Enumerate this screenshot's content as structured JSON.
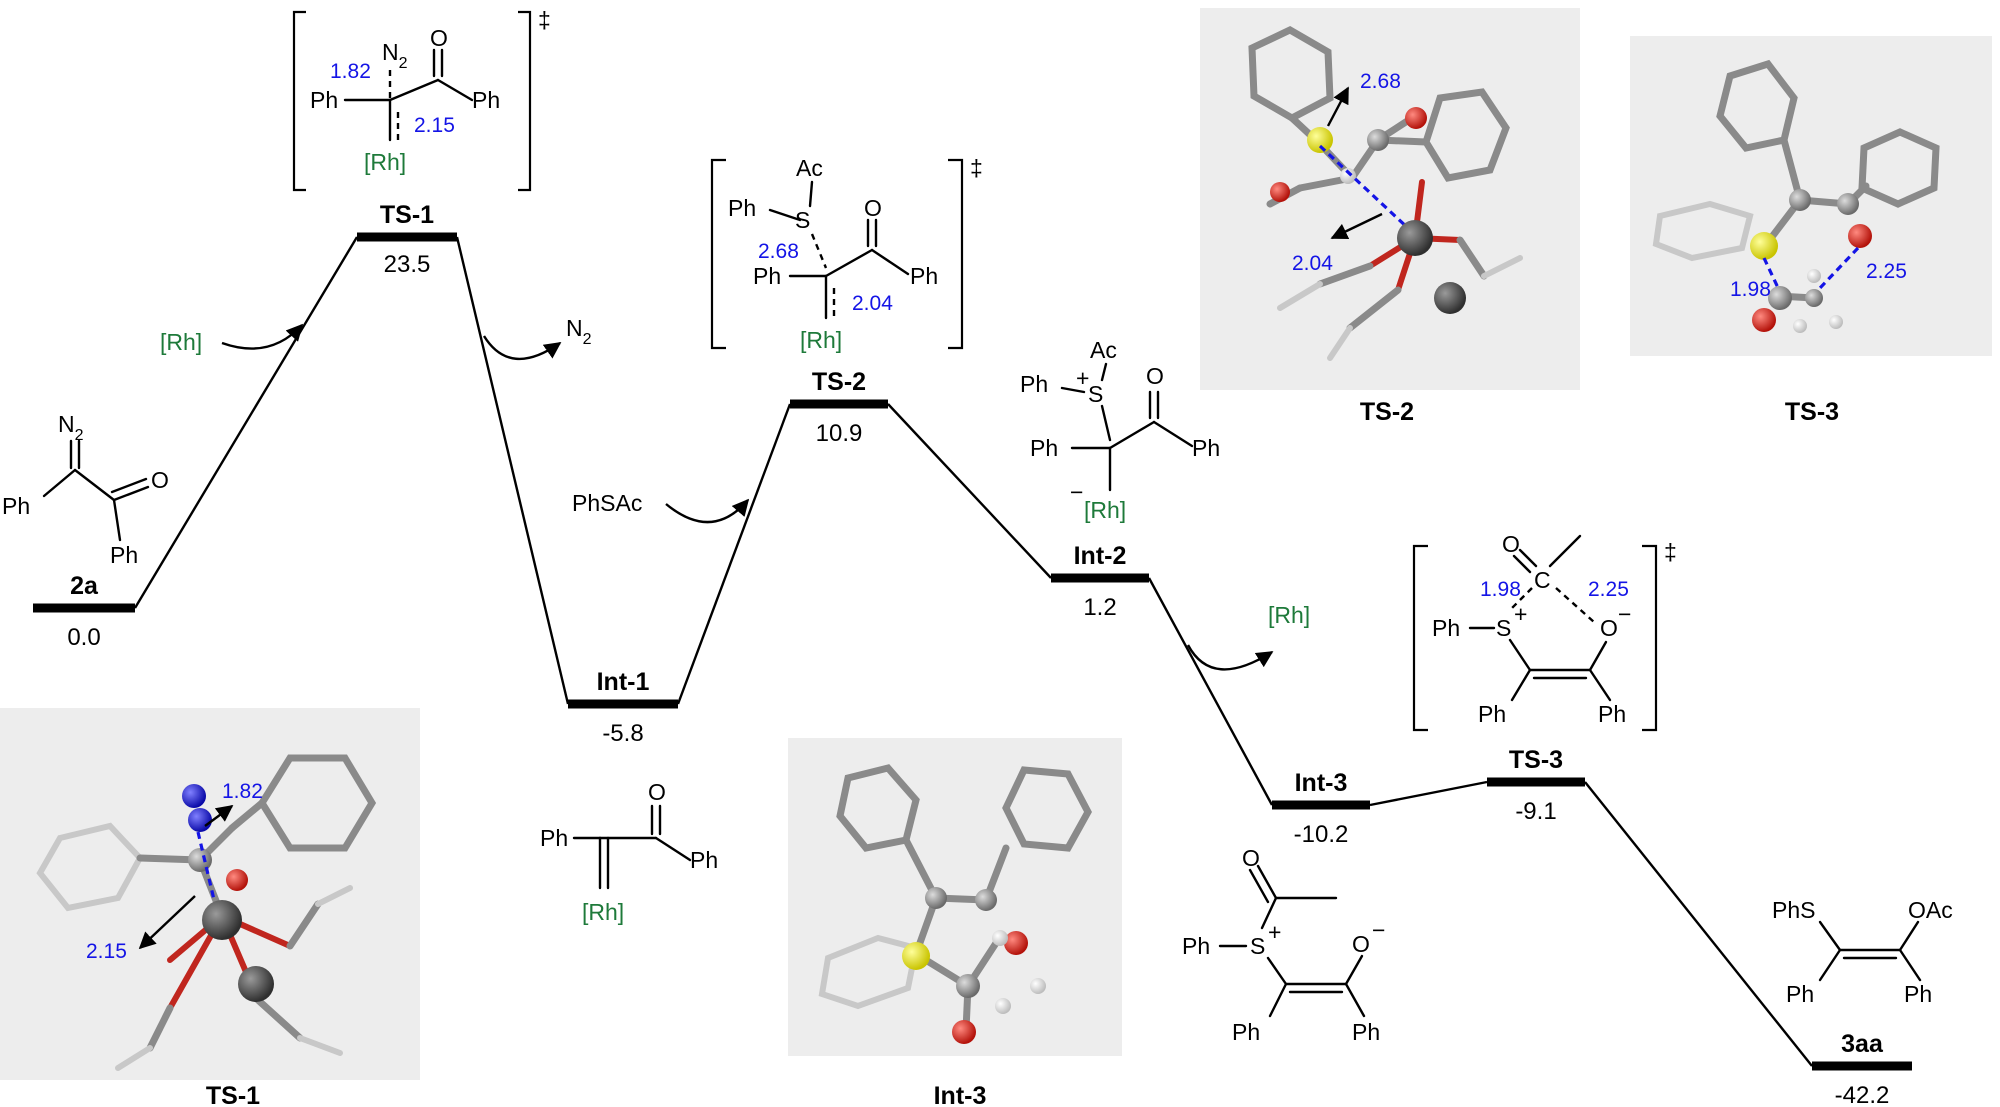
{
  "levels": {
    "l2a": {
      "name": "2a",
      "energy": "0.0"
    },
    "lts1": {
      "name": "TS-1",
      "energy": "23.5"
    },
    "lint1": {
      "name": "Int-1",
      "energy": "-5.8"
    },
    "lts2": {
      "name": "TS-2",
      "energy": "10.9"
    },
    "lint2": {
      "name": "Int-2",
      "energy": "1.2"
    },
    "lint3": {
      "name": "Int-3",
      "energy": "-10.2"
    },
    "lts3": {
      "name": "TS-3",
      "energy": "-9.1"
    },
    "l3aa": {
      "name": "3aa",
      "energy": "-42.2"
    }
  },
  "reagents": {
    "rh_in": "[Rh]",
    "n2_out_base": "N",
    "n2_out_sub": "2",
    "phsac_in": "PhSAc",
    "rh_out": "[Rh]"
  },
  "atoms": {
    "ph": "Ph",
    "phs": "PhS",
    "oac": "OAc",
    "ac": "Ac",
    "o": "O",
    "s": "S",
    "c": "C",
    "n2_base": "N",
    "n2_sub": "2",
    "rh": "[Rh]",
    "plus": "+",
    "minus": "−",
    "dagger": "‡"
  },
  "distances": {
    "ts1_n": "1.82",
    "ts1_rh": "2.15",
    "ts2_s": "2.68",
    "ts2_rh": "2.04",
    "ts3_s": "1.98",
    "ts3_o": "2.25"
  },
  "structures3d": {
    "ts1": "TS-1",
    "int3": "Int-3",
    "ts2": "TS-2",
    "ts3": "TS-3"
  },
  "colors": {
    "bond_distance": "#1414e6",
    "rh_label": "#1e7a3a",
    "sulfur": "#e6e61e",
    "oxygen": "#e01e1e",
    "nitrogen": "#1a1ae6",
    "carbon": "#8c8c8c",
    "rhodium": "#555555",
    "hydrogen": "#f0f0f0"
  }
}
